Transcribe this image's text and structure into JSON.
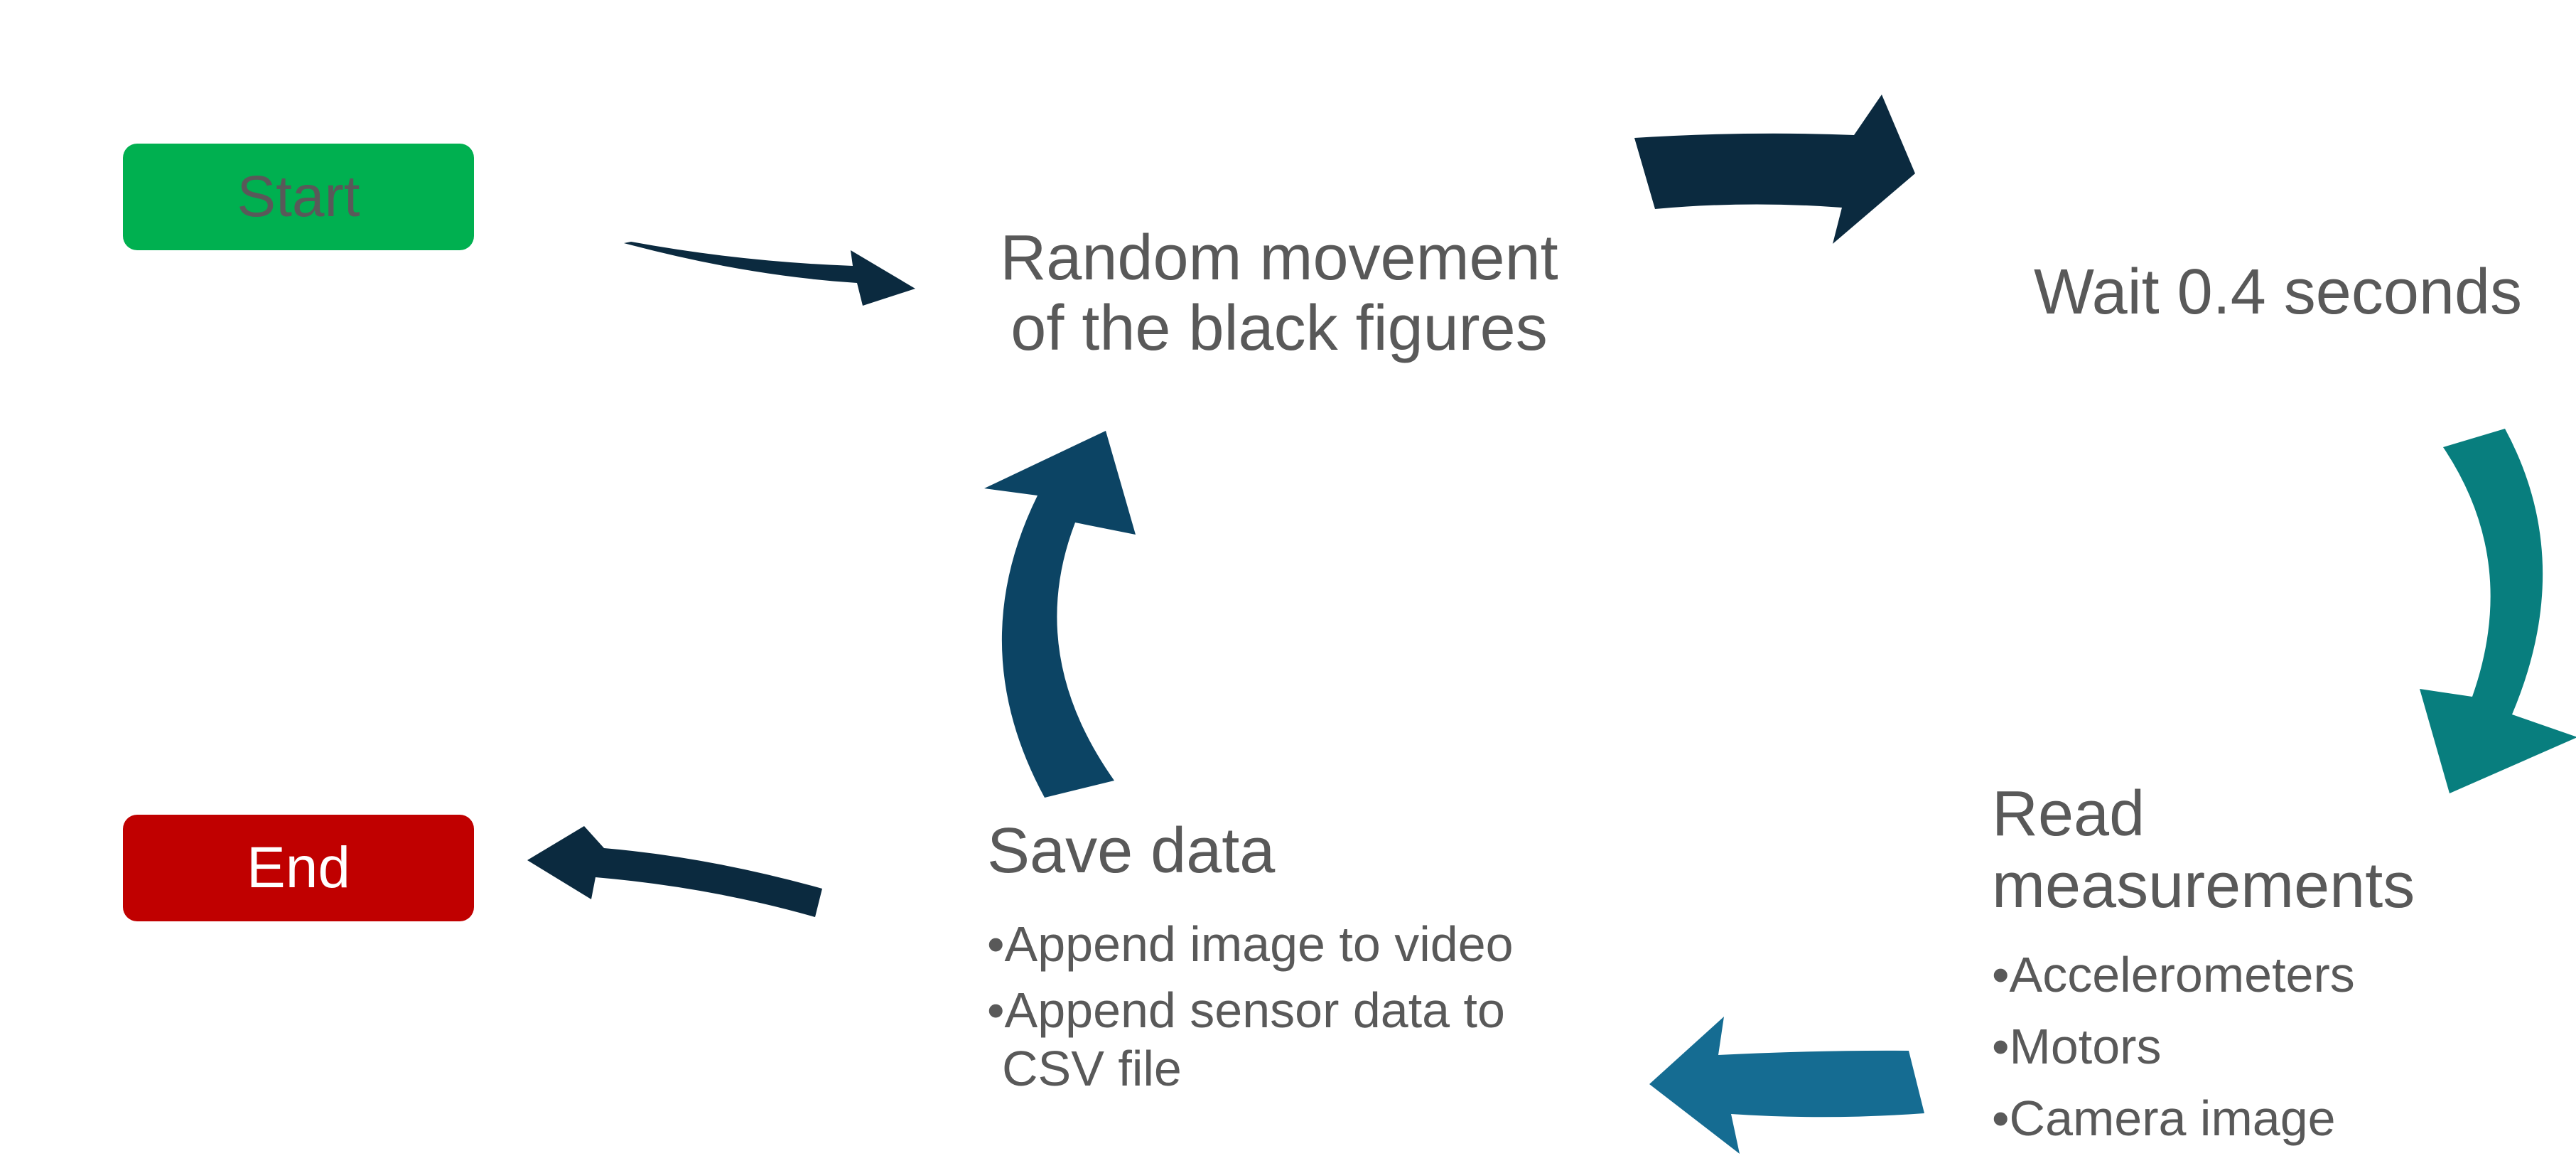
{
  "start": {
    "label": "Start",
    "color": "#00b050"
  },
  "end": {
    "label": "End",
    "color": "#c00000"
  },
  "steps": {
    "random_movement": {
      "line1": "Random movement",
      "line2": "of the black figures"
    },
    "wait": {
      "title": "Wait 0.4 seconds"
    },
    "read_measurements": {
      "line1": "Read",
      "line2": "measurements",
      "bullets": [
        "Accelerometers",
        "Motors",
        "Camera image"
      ]
    },
    "save_data": {
      "title": "Save data",
      "bullets": [
        "Append image to video",
        "Append sensor data to"
      ],
      "bullet_continuation": "CSV file"
    }
  },
  "bullet_char": "•",
  "arrow_colors": {
    "start_arrow": "#0b2a3f",
    "wait_arrow": "#0b2a3f",
    "read_arrow": "#087e7e",
    "save_arrow": "#156c92",
    "random_arrow": "#0c4464",
    "end_arrow": "#0b2a3f"
  }
}
